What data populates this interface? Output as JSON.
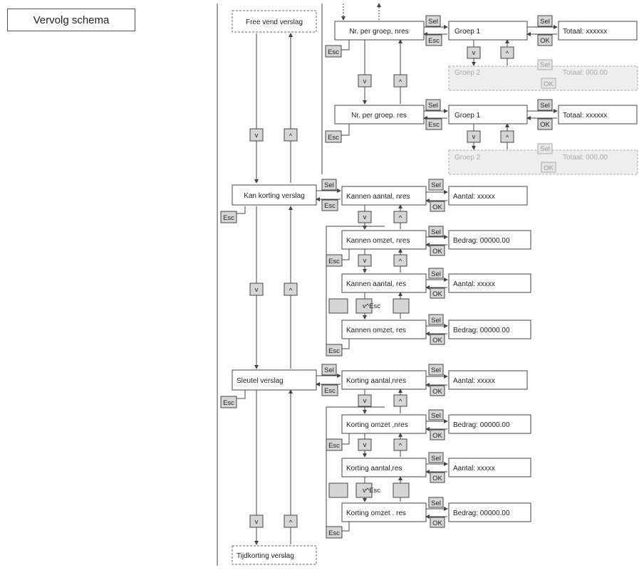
{
  "title": "Vervolg schema",
  "reports": {
    "free_vend": "Free vend verslag",
    "kan_korting": "Kan korting verslag",
    "sleutel": "Sleutel verslag",
    "tijdkorting": "Tijdkorting verslag"
  },
  "free_vend_items": {
    "nres": "Nr. per groep, nres",
    "res": "Nr. per groep. res",
    "groep1": "Groep 1",
    "groep2": "Groep 2",
    "totaal": "Totaal: xxxxxx",
    "totaal_ghost": "Totaal: 000.00"
  },
  "kan_items": {
    "aantal_nres": "Kannen aantal, nres",
    "omzet_nres": "Kannen omzet, nres",
    "aantal_res": "Kannen aantal, res",
    "omzet_res": "Kannen omzet, res"
  },
  "sleutel_items": {
    "aantal_nres": "Korting aantal,nres",
    "omzet_nres": "Korting omzet ,nres",
    "aantal_res": "Korting aantal,res",
    "omzet_res": "Korting omzet . res"
  },
  "values": {
    "aantal": "Aantal: xxxxx",
    "bedrag": "Bedrag: 00000.00"
  },
  "buttons": {
    "sel": "Sel",
    "esc": "Esc",
    "ok": "OK",
    "down": "v",
    "up": "^",
    "vup_esc": "v^Esc"
  },
  "colors": {
    "line": "#444444",
    "button_fill": "#d6d6d6",
    "ghost": "#aaaaaa"
  }
}
